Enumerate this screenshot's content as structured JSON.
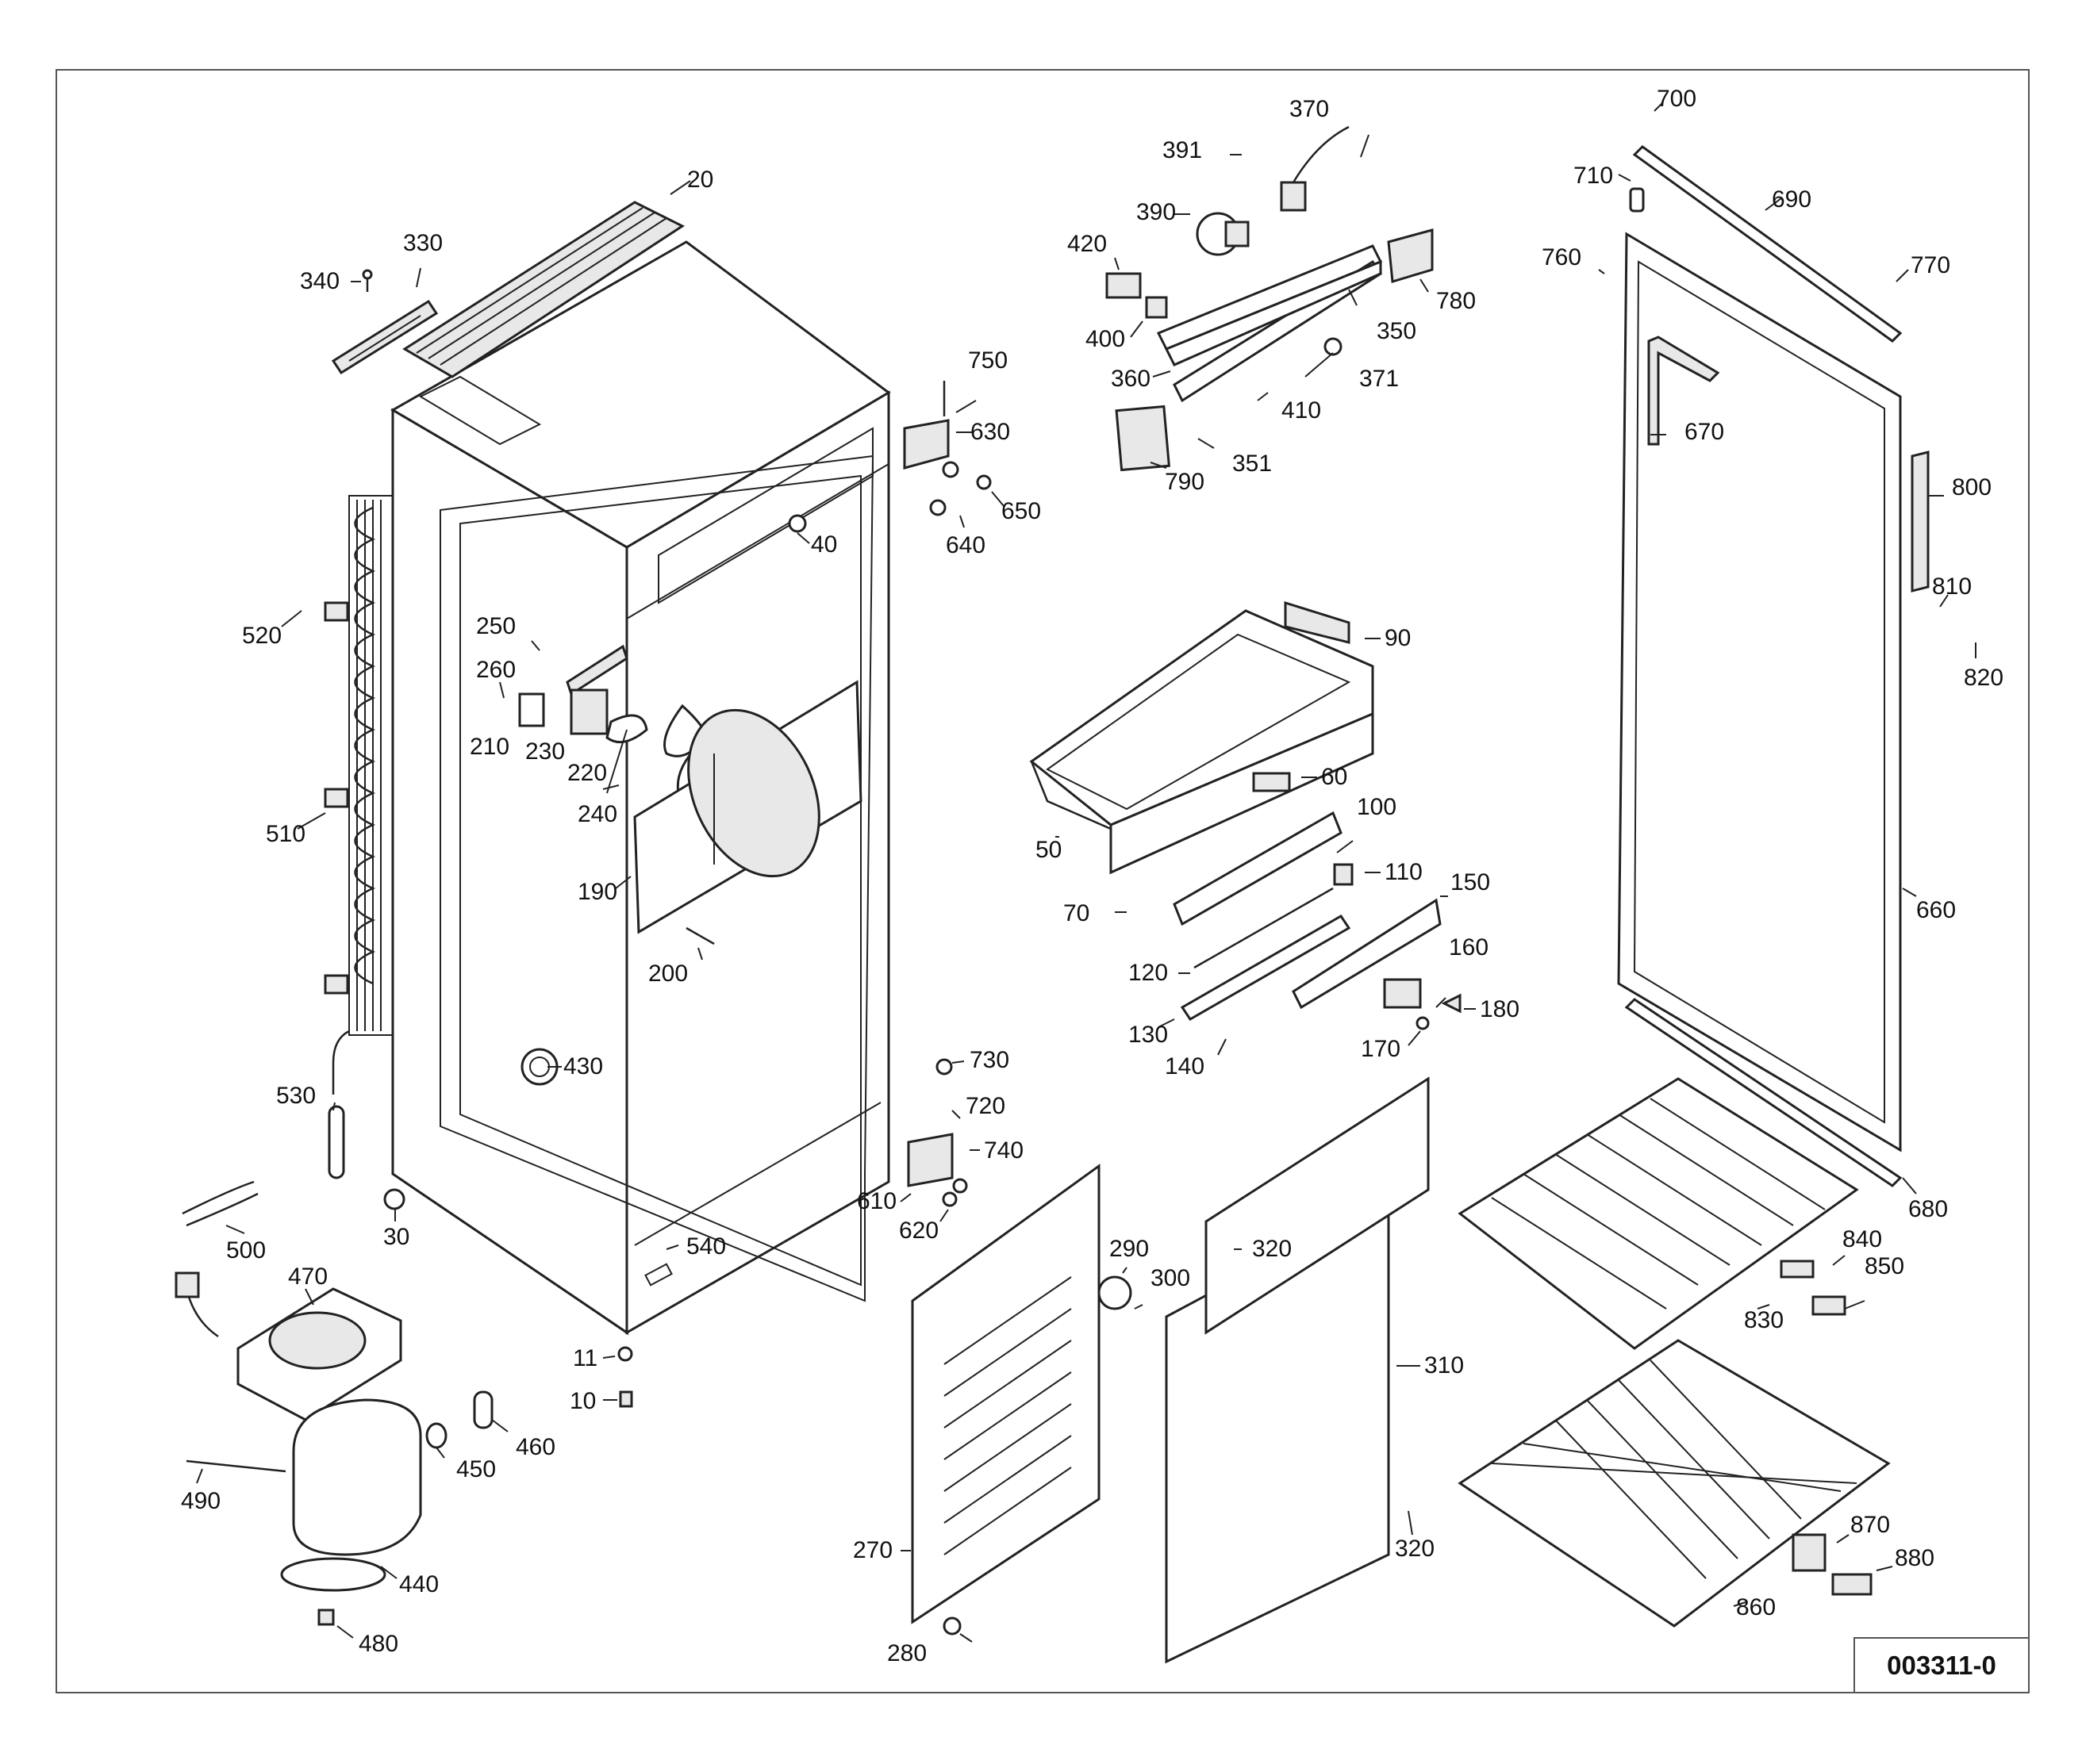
{
  "diagram": {
    "drawing_number": "003311-0",
    "part_numbers": {
      "p10": "10",
      "p11": "11",
      "p20": "20",
      "p30": "30",
      "p40": "40",
      "p50": "50",
      "p60": "60",
      "p70": "70",
      "p90": "90",
      "p100": "100",
      "p110": "110",
      "p120": "120",
      "p130": "130",
      "p140": "140",
      "p150": "150",
      "p160": "160",
      "p170": "170",
      "p180": "180",
      "p190": "190",
      "p200": "200",
      "p210": "210",
      "p220": "220",
      "p230": "230",
      "p240": "240",
      "p250": "250",
      "p260": "260",
      "p270": "270",
      "p280": "280",
      "p290": "290",
      "p300": "300",
      "p310": "310",
      "p320a": "320",
      "p320b": "320",
      "p330": "330",
      "p340": "340",
      "p350": "350",
      "p351": "351",
      "p360": "360",
      "p370": "370",
      "p371": "371",
      "p390": "390",
      "p391": "391",
      "p400": "400",
      "p410": "410",
      "p420": "420",
      "p430": "430",
      "p440": "440",
      "p450": "450",
      "p460": "460",
      "p470": "470",
      "p480": "480",
      "p490": "490",
      "p500": "500",
      "p510": "510",
      "p520": "520",
      "p530": "530",
      "p540": "540",
      "p610": "610",
      "p620": "620",
      "p630": "630",
      "p640": "640",
      "p650": "650",
      "p660": "660",
      "p670": "670",
      "p680": "680",
      "p690": "690",
      "p700": "700",
      "p710": "710",
      "p720": "720",
      "p730": "730",
      "p740": "740",
      "p750": "750",
      "p760": "760",
      "p770": "770",
      "p780": "780",
      "p790": "790",
      "p800": "800",
      "p810": "810",
      "p820": "820",
      "p830": "830",
      "p840": "840",
      "p850": "850",
      "p860": "860",
      "p870": "870",
      "p880": "880"
    }
  }
}
